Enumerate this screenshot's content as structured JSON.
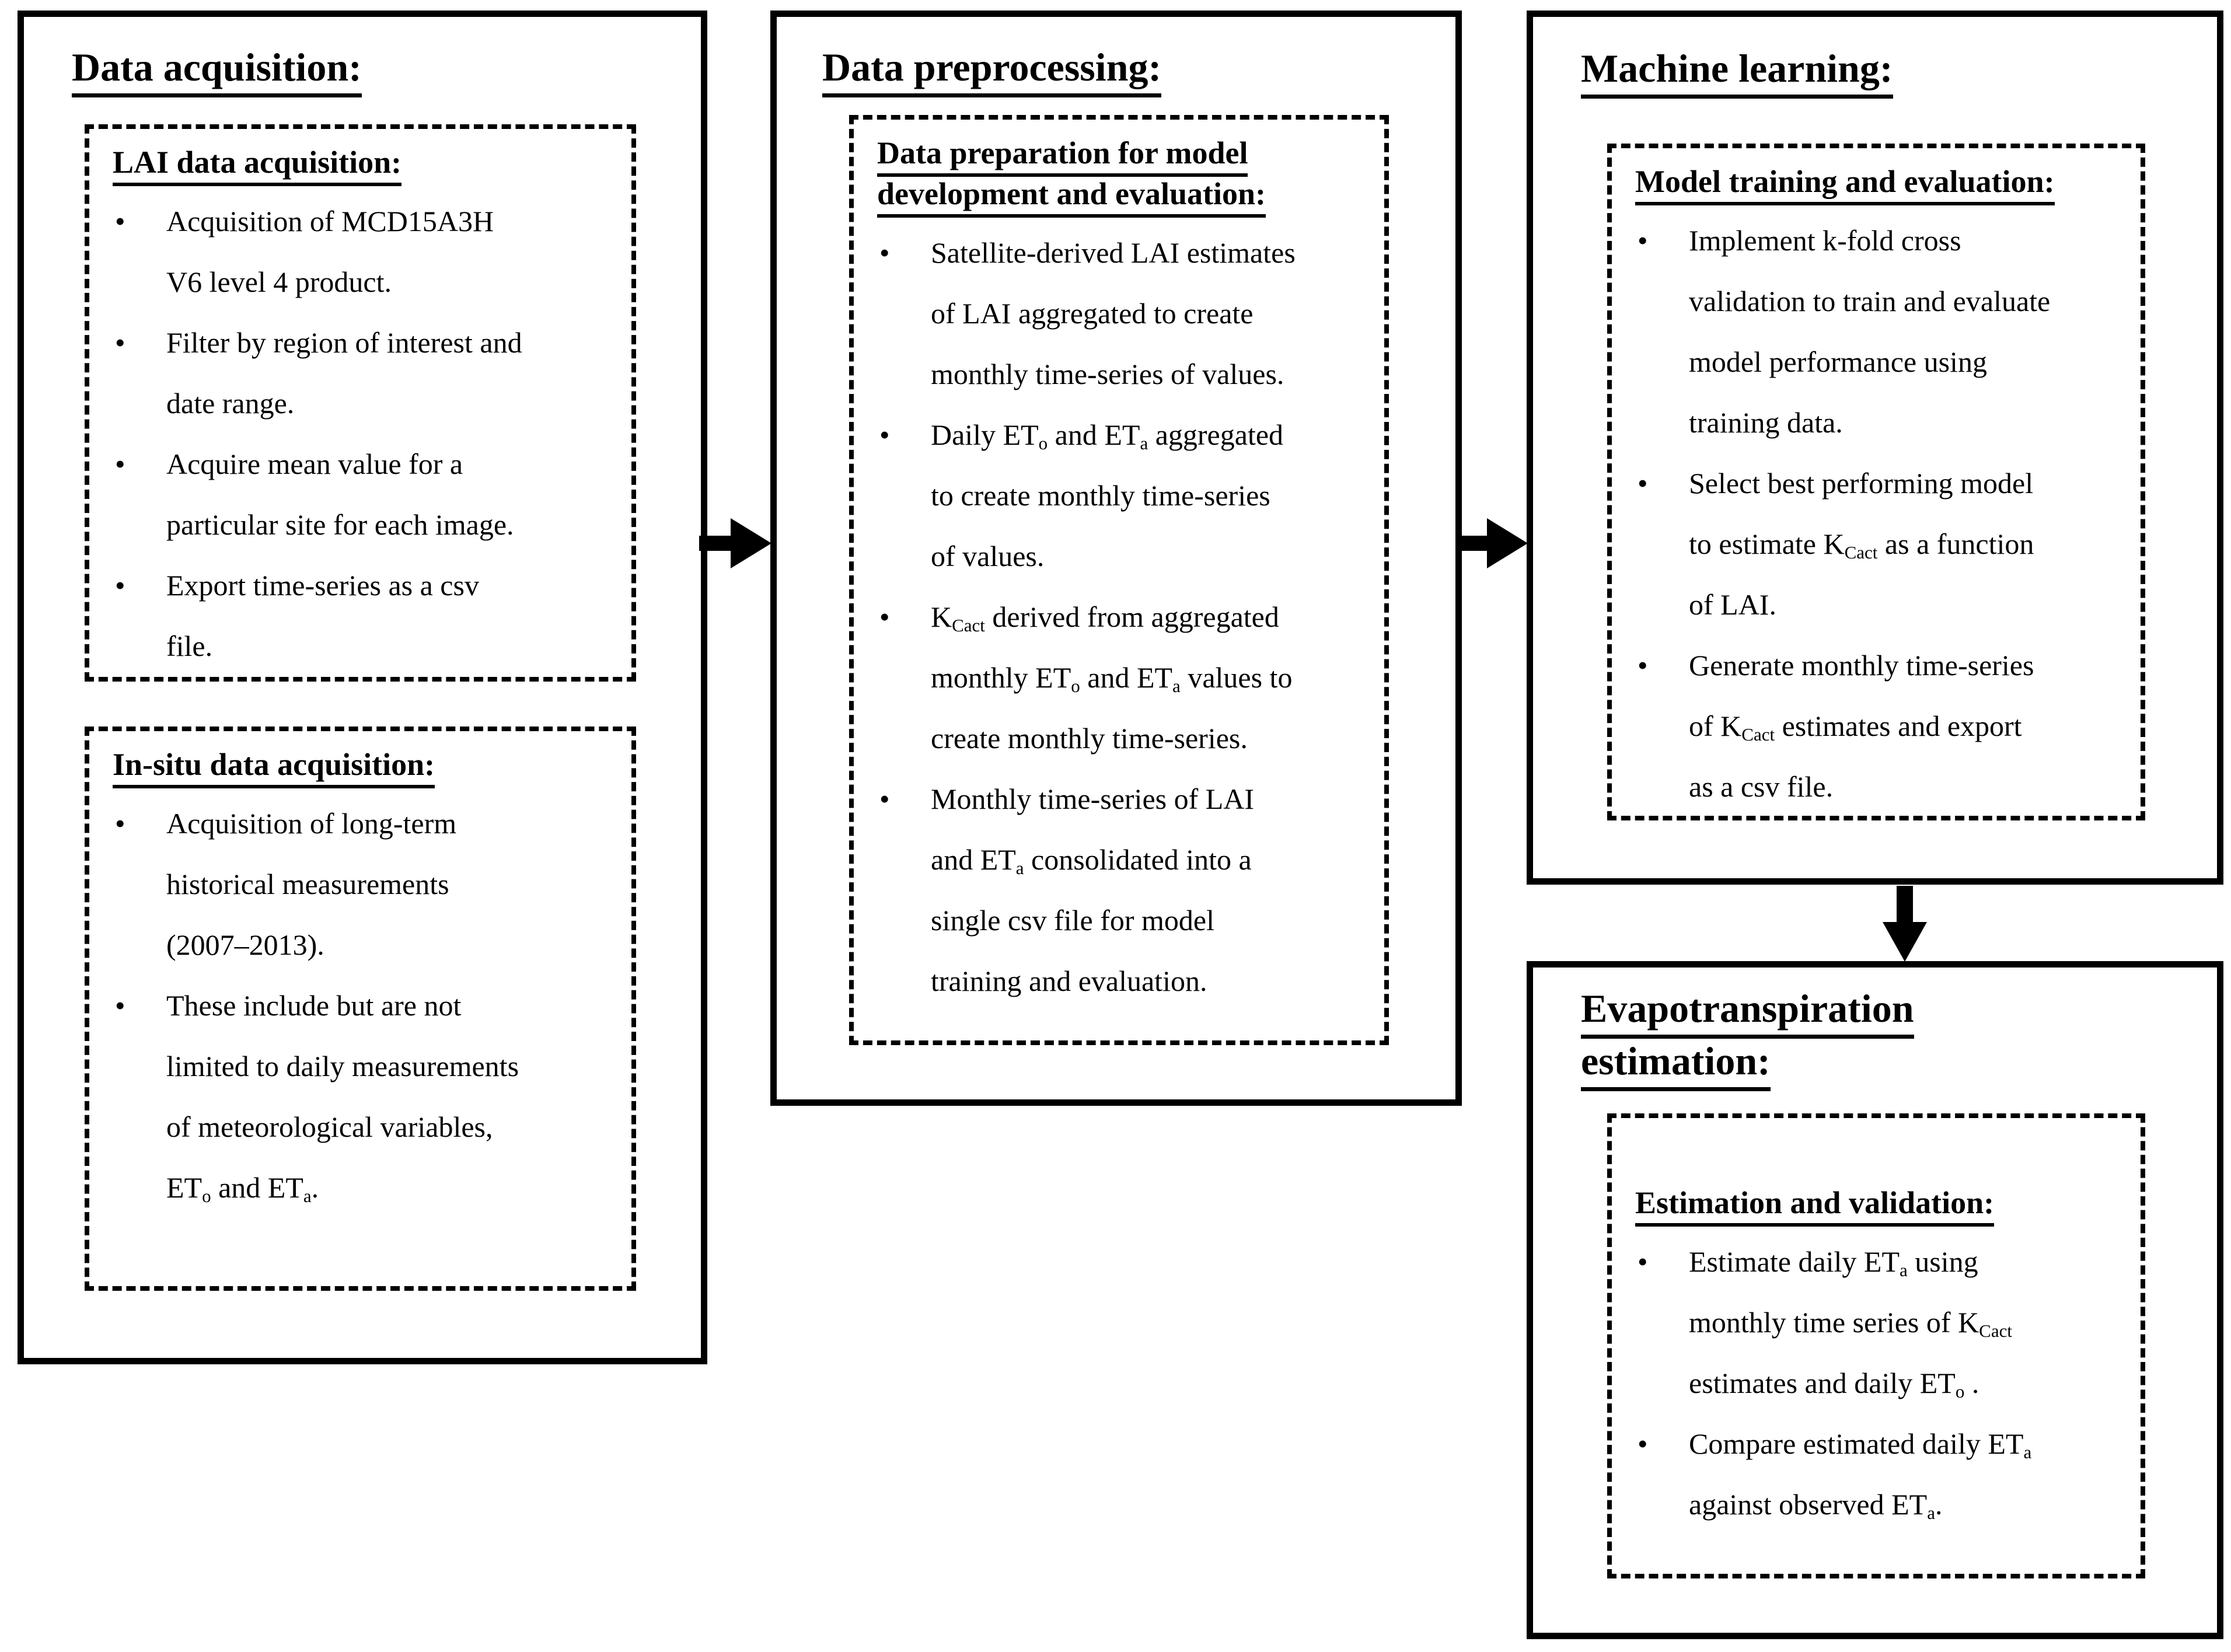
{
  "ui": {
    "bullet_glyph": "•",
    "background_color": "#ffffff",
    "line_color": "#000000",
    "text_color": "#000000"
  },
  "boxes": [
    {
      "id": "data_acquisition",
      "title": "Data acquisition:",
      "subboxes": [
        {
          "title": "LAI data acquisition:",
          "bullets": [
            [
              {
                "t": "Acquisition of MCD15A3H"
              },
              {
                "b": 1
              },
              {
                "t": "V6 level 4 product."
              }
            ],
            [
              {
                "t": "Filter by region of interest and"
              },
              {
                "b": 1
              },
              {
                "t": "date range."
              }
            ],
            [
              {
                "t": "Acquire mean value for a"
              },
              {
                "b": 1
              },
              {
                "t": "particular site for each image."
              }
            ],
            [
              {
                "t": "Export time-series as a csv"
              },
              {
                "b": 1
              },
              {
                "t": "file."
              }
            ]
          ]
        },
        {
          "title": "In-situ data acquisition:",
          "bullets": [
            [
              {
                "t": "Acquisition of long-term"
              },
              {
                "b": 1
              },
              {
                "t": "historical measurements"
              },
              {
                "b": 1
              },
              {
                "t": "(2007–2013)."
              }
            ],
            [
              {
                "t": "These include but are not"
              },
              {
                "b": 1
              },
              {
                "t": "limited to daily measurements"
              },
              {
                "b": 1
              },
              {
                "t": "of meteorological variables,"
              },
              {
                "b": 1
              },
              {
                "t": "ET"
              },
              {
                "s": "o"
              },
              {
                "t": " and ET"
              },
              {
                "s": "a"
              },
              {
                "t": "."
              }
            ]
          ]
        }
      ]
    },
    {
      "id": "data_preprocessing",
      "title": "Data preprocessing:",
      "subboxes": [
        {
          "title": "Data preparation for model development and evaluation:",
          "bullets": [
            [
              {
                "t": "Satellite-derived LAI estimates"
              },
              {
                "b": 1
              },
              {
                "t": "of LAI aggregated to create"
              },
              {
                "b": 1
              },
              {
                "t": "monthly time-series of values."
              }
            ],
            [
              {
                "t": "Daily ET"
              },
              {
                "s": "o"
              },
              {
                "t": " and ET"
              },
              {
                "s": "a"
              },
              {
                "t": " aggregated"
              },
              {
                "b": 1
              },
              {
                "t": "to create monthly time-series"
              },
              {
                "b": 1
              },
              {
                "t": "of values."
              }
            ],
            [
              {
                "t": "K"
              },
              {
                "s": "Cact"
              },
              {
                "t": "  derived from aggregated"
              },
              {
                "b": 1
              },
              {
                "t": "monthly ET"
              },
              {
                "s": "o"
              },
              {
                "t": " and ET"
              },
              {
                "s": "a"
              },
              {
                "t": " values to"
              },
              {
                "b": 1
              },
              {
                "t": "create monthly time-series."
              }
            ],
            [
              {
                "t": "Monthly time-series of LAI"
              },
              {
                "b": 1
              },
              {
                "t": "and ET"
              },
              {
                "s": "a"
              },
              {
                "t": " consolidated into a"
              },
              {
                "b": 1
              },
              {
                "t": "single csv file for model"
              },
              {
                "b": 1
              },
              {
                "t": "training and evaluation."
              }
            ]
          ]
        }
      ]
    },
    {
      "id": "machine_learning",
      "title": "Machine learning:",
      "subboxes": [
        {
          "title": "Model training and evaluation:",
          "bullets": [
            [
              {
                "t": "Implement k-fold cross"
              },
              {
                "b": 1
              },
              {
                "t": "validation to train and evaluate"
              },
              {
                "b": 1
              },
              {
                "t": "model performance using"
              },
              {
                "b": 1
              },
              {
                "t": "training data."
              }
            ],
            [
              {
                "t": "Select best performing model"
              },
              {
                "b": 1
              },
              {
                "t": "to estimate K"
              },
              {
                "s": "Cact"
              },
              {
                "t": " as a function"
              },
              {
                "b": 1
              },
              {
                "t": "of LAI."
              }
            ],
            [
              {
                "t": "Generate monthly time-series"
              },
              {
                "b": 1
              },
              {
                "t": "of K"
              },
              {
                "s": "Cact"
              },
              {
                "t": " estimates and export"
              },
              {
                "b": 1
              },
              {
                "t": "as a csv file."
              }
            ]
          ]
        }
      ]
    },
    {
      "id": "evapotranspiration_estimation",
      "title": "Evapotranspiration estimation:",
      "subboxes": [
        {
          "title": "Estimation and validation:",
          "bullets": [
            [
              {
                "t": "Estimate daily ET"
              },
              {
                "s": "a"
              },
              {
                "t": " using"
              },
              {
                "b": 1
              },
              {
                "t": "monthly time series of K"
              },
              {
                "s": "Cact"
              },
              {
                "b": 1
              },
              {
                "t": "estimates and daily ET"
              },
              {
                "s": "o"
              },
              {
                "t": " ."
              }
            ],
            [
              {
                "t": "Compare estimated daily ET"
              },
              {
                "s": "a"
              },
              {
                "b": 1
              },
              {
                "t": "against observed ET"
              },
              {
                "s": "a"
              },
              {
                "t": "."
              }
            ]
          ]
        }
      ]
    }
  ],
  "arrows": [
    {
      "direction": "right",
      "from": "Data acquisition",
      "to": "Data preprocessing"
    },
    {
      "direction": "right",
      "from": "Data preprocessing",
      "to": "Machine learning"
    },
    {
      "direction": "down",
      "from": "Machine learning",
      "to": "Evapotranspiration estimation"
    }
  ]
}
